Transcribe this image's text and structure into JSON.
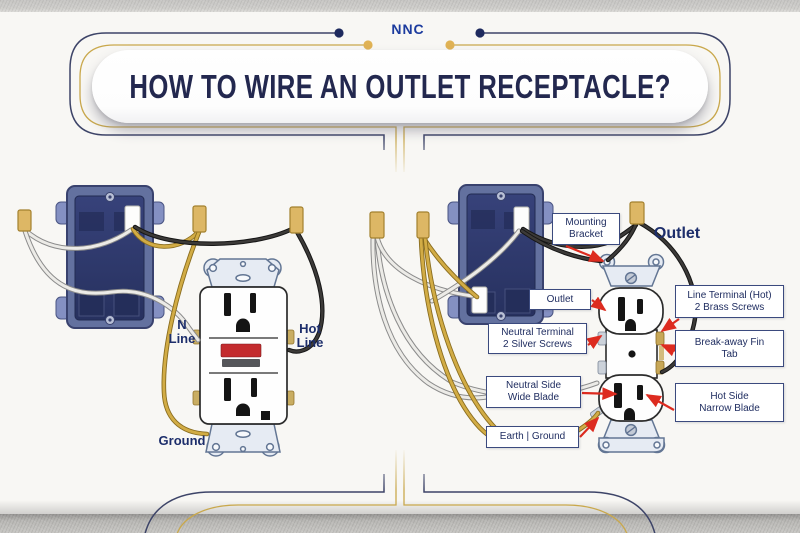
{
  "header": {
    "brand": "NNC",
    "title": "HOW TO WIRE AN OUTLET RECEPTACLE?"
  },
  "left_diagram": {
    "n_line": {
      "line1": "N",
      "line2": "Line"
    },
    "hot_line": {
      "line1": "Hot",
      "line2": "Line"
    },
    "ground": "Ground"
  },
  "right_diagram": {
    "title": "Outlet",
    "callouts": {
      "mounting_bracket": {
        "line1": "Mounting",
        "line2": "Bracket"
      },
      "outlet": {
        "line1": "Outlet"
      },
      "line_terminal": {
        "line1": "Line Terminal (Hot)",
        "line2": "2 Brass Screws"
      },
      "neutral_terminal": {
        "line1": "Neutral Terminal",
        "line2": "2 Silver Screws"
      },
      "break_away": {
        "line1": "Break-away Fin",
        "line2": "Tab"
      },
      "neutral_side": {
        "line1": "Neutral Side",
        "line2": "Wide Blade"
      },
      "hot_side": {
        "line1": "Hot Side",
        "line2": "Narrow Blade"
      },
      "earth_ground": {
        "line1": "Earth | Ground"
      }
    }
  },
  "colors": {
    "navy_frame": "#3d4468",
    "gold_frame": "#c9a84c",
    "title_navy": "#23284f",
    "brand_blue": "#1c3b9e",
    "label_navy": "#1d2e6b",
    "arrow_red": "#dd2b1f",
    "box_blue": "#2c3766",
    "box_rim_blue": "#63719f",
    "wire_gold": "#cfa845",
    "wire_white": "#ecebe7",
    "wire_black": "#2e2c2a",
    "connector_gold": "#ddb765",
    "reset_button_red": "#c32b2e",
    "test_button_gray": "#55565a",
    "metal_bracket": "#e6ebf3"
  }
}
